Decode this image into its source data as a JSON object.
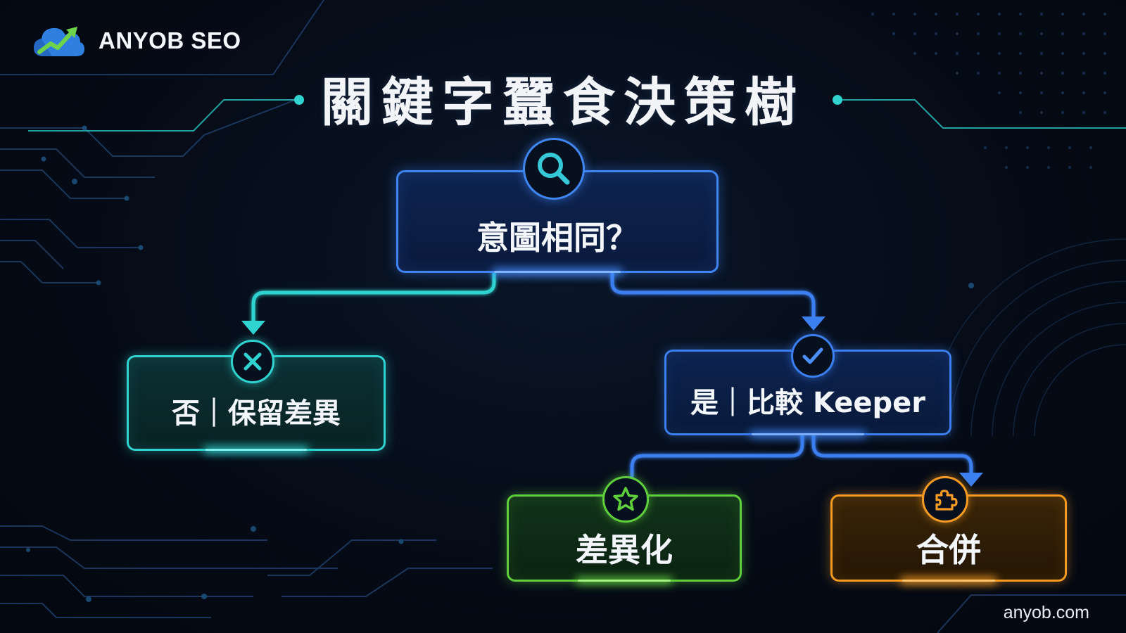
{
  "brand": {
    "name": "ANYOB SEO",
    "logo_icon": "cloud-growth-arrow-icon"
  },
  "title": "關鍵字蠶食決策樹",
  "tree": {
    "root": {
      "label": "意圖相同？",
      "icon": "search-icon",
      "color": "#3f86f2"
    },
    "no_branch": {
      "label": "否｜保留差異",
      "icon": "close-icon",
      "color": "#2fd3d0"
    },
    "yes_branch": {
      "label": "是｜比較 Keeper",
      "icon": "check-icon",
      "color": "#3b7ff0"
    },
    "yes_children": [
      {
        "label": "差異化",
        "icon": "star-icon",
        "color": "#5fcf3e"
      },
      {
        "label": "合併",
        "icon": "puzzle-icon",
        "color": "#f59a23"
      }
    ]
  },
  "footer": {
    "url": "anyob.com"
  }
}
